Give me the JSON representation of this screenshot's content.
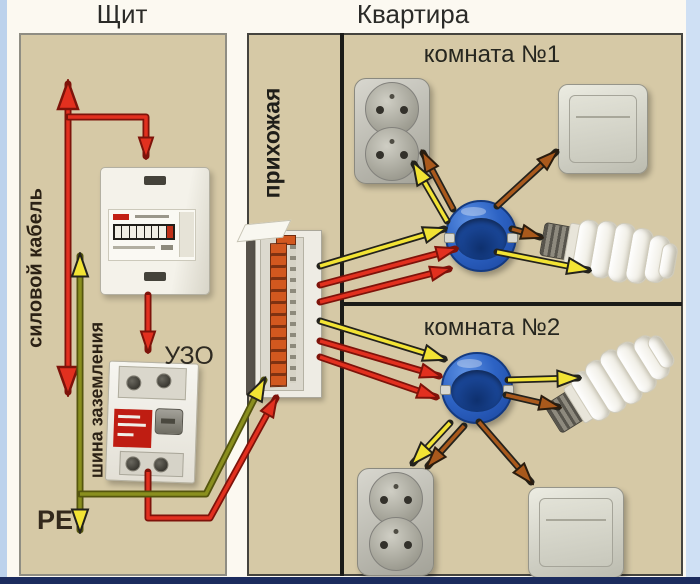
{
  "titles": {
    "shield": "Щит",
    "apartment": "Квартира"
  },
  "shield_panel": {
    "power_cable_label": "силовой кабель",
    "ground_bus_label": "шина заземления",
    "rcd_label": "УЗО",
    "pe_label": "PE"
  },
  "apartment_panel": {
    "hallway_label": "прихожая",
    "room1_label": "комната №1",
    "room2_label": "комната №2"
  },
  "components": {
    "meter": "electric-energy-meter",
    "rcd": "residual-current-device",
    "terminal_strip": "hallway-distribution-box",
    "junction_box": "blue-junction-box",
    "socket": "double-wall-socket",
    "switch": "light-switch",
    "bulb": "cfl-spiral-bulb"
  },
  "colors": {
    "panel_bg": "#d6c9a6",
    "accent_red": "#e2301f",
    "accent_yellow": "#f2e334",
    "accent_olive": "#8a8f1e",
    "accent_brown": "#a9591c",
    "junction_blue": "#2d63c2",
    "margin_blue_left": "#bcd2ec",
    "footer_navy": "#1c2c5e",
    "divider": "#1b1b18"
  }
}
